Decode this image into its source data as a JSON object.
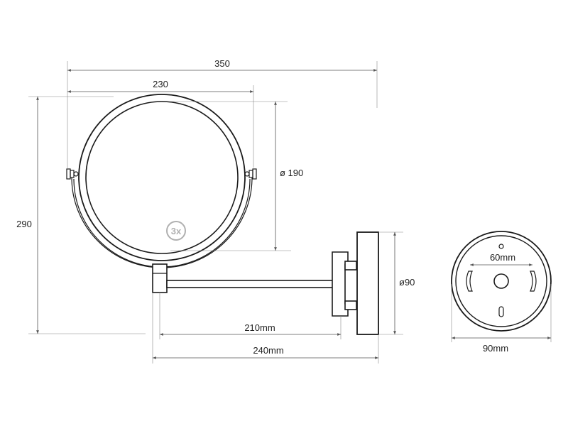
{
  "dimensions": {
    "overall_width": "350",
    "mirror_width": "230",
    "mirror_diameter": "ø 190",
    "height": "290",
    "base_diameter": "ø90",
    "arm_length": "210mm",
    "projection": "240mm",
    "hole_spacing": "60mm",
    "plate_width": "90mm"
  },
  "magnification_badge": "3x",
  "colors": {
    "line": "#1a1a1a",
    "dimension": "#555555",
    "badge": "#b0b0b0"
  }
}
